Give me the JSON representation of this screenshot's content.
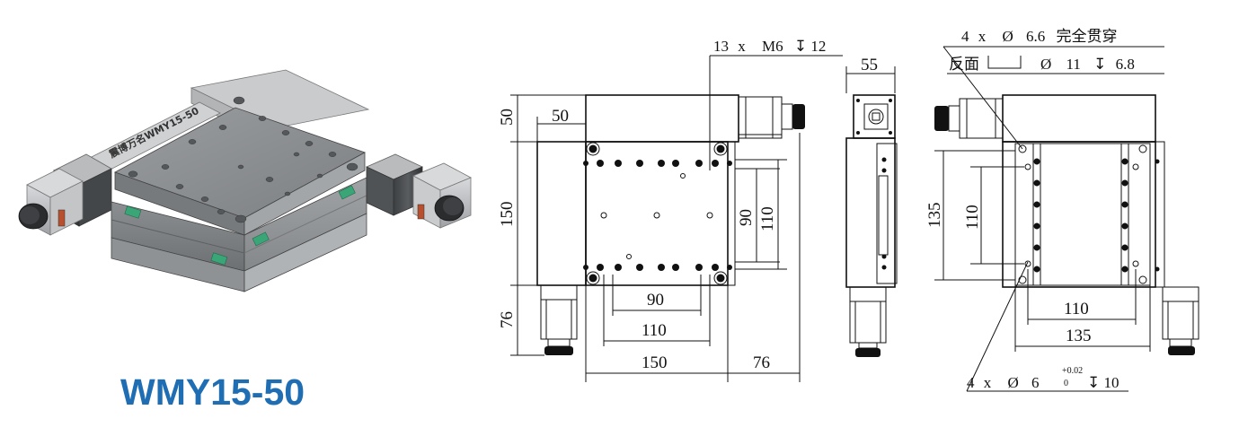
{
  "product": {
    "model": "WMY15-50",
    "engraving": "震博万名WMY15-50"
  },
  "colors": {
    "title_blue": "#1f6db3",
    "stage_gray": "#8a8d90",
    "motor_silver": "#c4c6c8",
    "rail_green": "#3aa678"
  },
  "front_view": {
    "dims": {
      "top_offset": "50",
      "left_offset": "50",
      "height": "150",
      "motor_len": "76",
      "hole_spacing_a": "90",
      "hole_spacing_b": "110",
      "width": "150",
      "motor_len_right": "76",
      "vert_a": "90",
      "vert_b": "110"
    },
    "thread_note": {
      "count": "13",
      "x": "x",
      "spec": "M6",
      "depth_sym": "↧",
      "depth": "12"
    }
  },
  "side_view": {
    "width": "55"
  },
  "back_view": {
    "through_note": {
      "count": "4",
      "x": "x",
      "dia": "Ø",
      "size": "6.6",
      "desc": "完全贯穿"
    },
    "counterbore_note": {
      "side": "反面",
      "dia": "Ø",
      "size": "11",
      "depth_sym": "↧",
      "depth": "6.8"
    },
    "dims": {
      "height": "135",
      "vert": "110",
      "horiz_a": "110",
      "horiz_b": "135"
    },
    "pin_note": {
      "count": "4",
      "x": "x",
      "dia": "Ø",
      "size": "6",
      "tol_upper": "+0.02",
      "tol_lower": "0",
      "depth_sym": "↧",
      "depth": "10"
    }
  }
}
